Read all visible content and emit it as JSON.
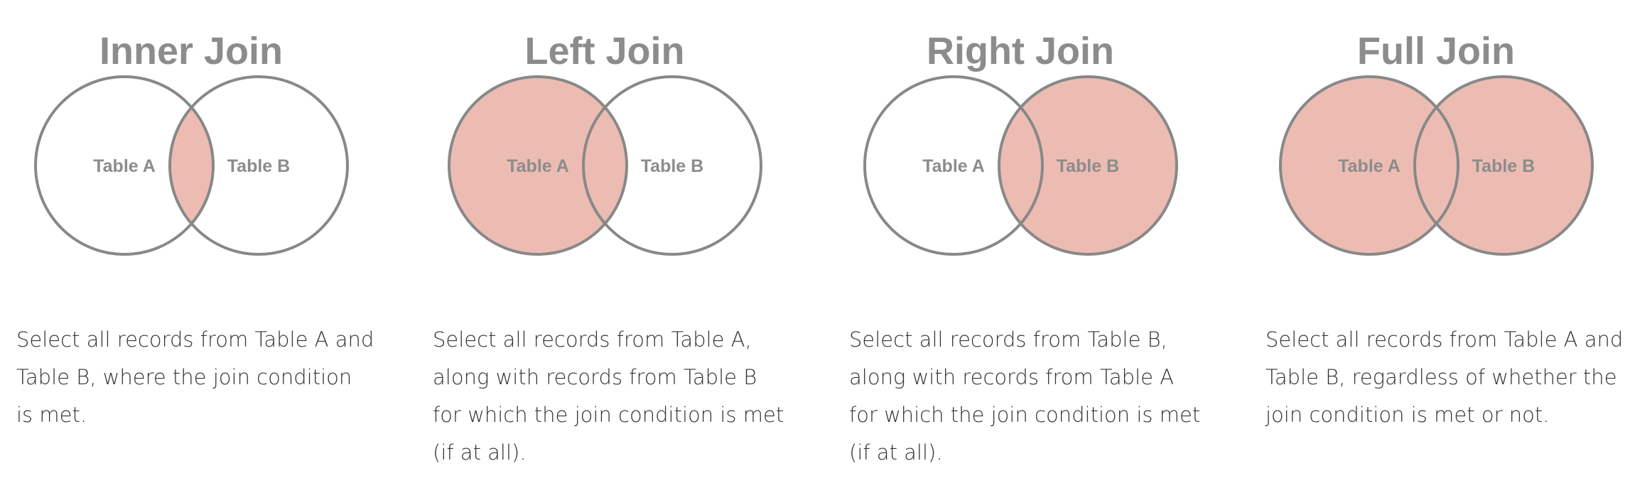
{
  "colors": {
    "highlight": "#ecbcb2",
    "outline": "#888888",
    "title": "#8c8c8c",
    "body_text": "#333333"
  },
  "joins": [
    {
      "title": "Inner Join",
      "left_label": "Table A",
      "right_label": "Table B",
      "shaded_regions": [
        "intersection"
      ],
      "description": "Select all records from Table A and\nTable B, where the join condition\nis met."
    },
    {
      "title": "Left Join",
      "left_label": "Table A",
      "right_label": "Table B",
      "shaded_regions": [
        "left"
      ],
      "description": "Select all records from Table A,\nalong with records from Table B\nfor which the join condition is met\n(if at all)."
    },
    {
      "title": "Right Join",
      "left_label": "Table A",
      "right_label": "Table B",
      "shaded_regions": [
        "right"
      ],
      "description": "Select all records from Table B,\nalong with records from Table A\nfor which the join condition is met\n(if at all)."
    },
    {
      "title": "Full Join",
      "left_label": "Table A",
      "right_label": "Table B",
      "shaded_regions": [
        "left",
        "right"
      ],
      "description": "Select all records from Table A and\nTable B, regardless of whether the\njoin condition is met or not."
    }
  ]
}
